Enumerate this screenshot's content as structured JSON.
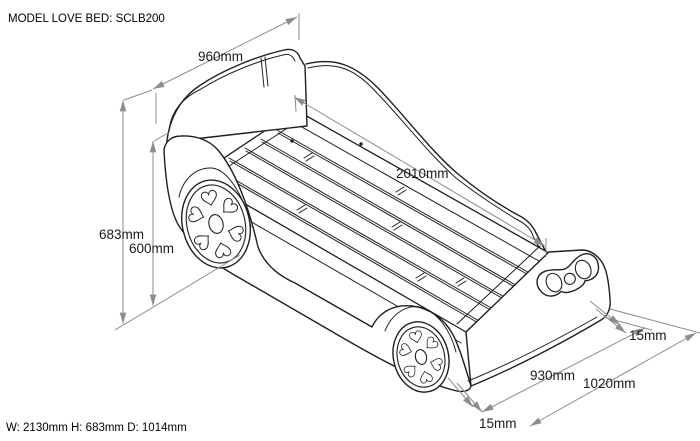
{
  "title": "MODEL LOVE BED: SCLB200",
  "footer_dimensions": "W: 2130mm H: 683mm D: 1014mm",
  "dimension_labels": {
    "headboard_width": "960mm",
    "bed_length": "2010mm",
    "total_height": "683mm",
    "side_panel_height": "600mm",
    "panel_thickness_far": "15mm",
    "inner_width": "930mm",
    "outer_width": "1020mm",
    "panel_thickness_near": "15mm"
  },
  "colors": {
    "outline": "#1f1f1f",
    "dimension_lines": "#8c8c8c",
    "label_text": "#1a1a1a",
    "background": "#ffffff"
  }
}
